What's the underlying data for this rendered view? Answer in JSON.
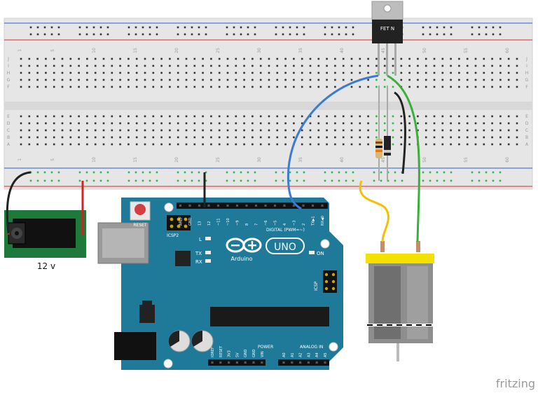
{
  "breadboard": {
    "column_numbers": [
      "1",
      "5",
      "10",
      "15",
      "20",
      "25",
      "30",
      "35",
      "40",
      "45",
      "50",
      "55",
      "60"
    ],
    "row_letters_top": [
      "J",
      "I",
      "H",
      "G",
      "F"
    ],
    "row_letters_bottom": [
      "E",
      "D",
      "C",
      "B",
      "A"
    ]
  },
  "transistor": {
    "label": "FET N"
  },
  "power_jack": {
    "label": "12 v"
  },
  "arduino": {
    "brand": "Arduino",
    "model": "UNO",
    "reset_label": "RESET",
    "icsp2_label": "ICSP2",
    "icsp_label": "ICSP",
    "led_l": "L",
    "led_tx": "TX",
    "led_rx": "RX",
    "led_on": "ON",
    "digital_label": "DIGITAL (PWM=~)",
    "digital_pins": [
      "AREF",
      "GND",
      "13",
      "12",
      "~11",
      "~10",
      "~9",
      "8",
      "7",
      "~6",
      "~5",
      "4",
      "~3",
      "2",
      "TX▶1",
      "RX◀0"
    ],
    "power_label": "POWER",
    "power_pins": [
      "IOREF",
      "RESET",
      "3V3",
      "5V",
      "GND",
      "GND",
      "VIN"
    ],
    "analog_label": "ANALOG IN",
    "analog_pins": [
      "A0",
      "A1",
      "A2",
      "A3",
      "A4",
      "A5"
    ]
  },
  "watermark": "fritzing",
  "colors": {
    "board_teal": "#1f7a99",
    "wire_blue": "#3a7bd5",
    "wire_green": "#3ab03a",
    "wire_yellow": "#f2c200",
    "wire_red": "#d32020",
    "wire_black": "#222222",
    "motor_yellow": "#f5e100",
    "jack_green": "#1e7a3a"
  }
}
